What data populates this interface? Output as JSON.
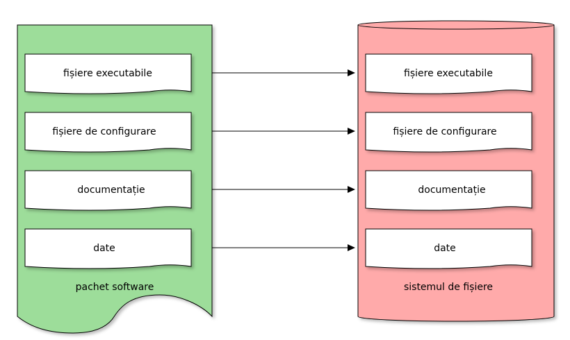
{
  "source": {
    "label": "pachet software",
    "color": "#9ddd9a",
    "items": [
      "fișiere executabile",
      "fișiere de configurare",
      "documentație",
      "date"
    ]
  },
  "target": {
    "label": "sistemul de fișiere",
    "color": "#ffaaaa",
    "items": [
      "fișiere executabile",
      "fișiere de configurare",
      "documentație",
      "date"
    ]
  },
  "arrow_color": "#000000",
  "outline_color": "#000000"
}
